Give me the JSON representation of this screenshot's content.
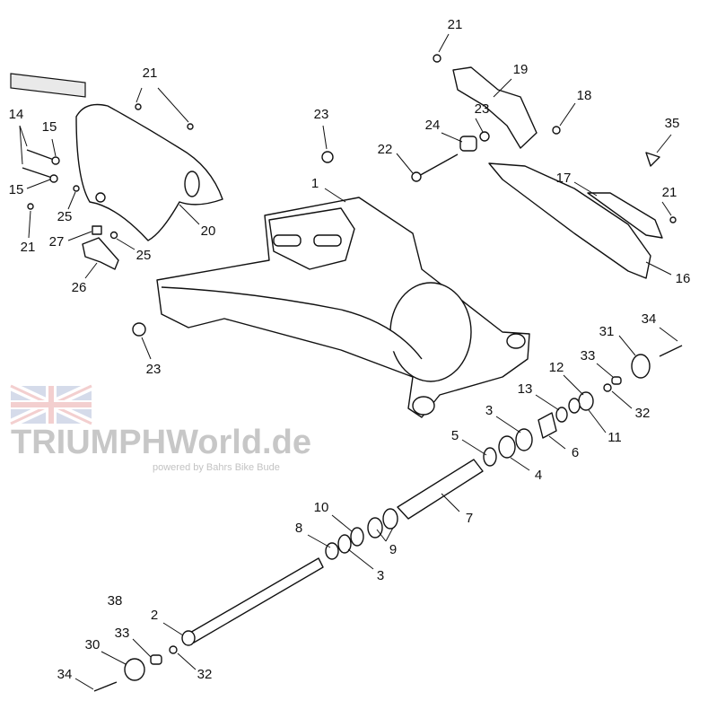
{
  "title": "Swingarm exploded parts diagram",
  "labels": {
    "l21a": "21",
    "l21b": "21",
    "l19": "19",
    "l18": "18",
    "l23a": "23",
    "l23b": "23",
    "l24": "24",
    "l14": "14",
    "l15a": "15",
    "l35": "35",
    "l22": "22",
    "l1": "1",
    "l17": "17",
    "l15b": "15",
    "l21c": "21",
    "l25a": "25",
    "l21d": "21",
    "l27": "27",
    "l20": "20",
    "l25b": "25",
    "l26": "26",
    "l16": "16",
    "l34a": "34",
    "l31": "31",
    "l23c": "23",
    "l33a": "33",
    "l12": "12",
    "l13": "13",
    "l32a": "32",
    "l3a": "3",
    "l11": "11",
    "l6": "6",
    "l5": "5",
    "l4": "4",
    "l7": "7",
    "l10": "10",
    "l8": "8",
    "l9": "9",
    "l3b": "3",
    "l38": "38",
    "l2": "2",
    "l33b": "33",
    "l30": "30",
    "l32b": "32",
    "l34b": "34"
  },
  "watermark": {
    "brand": "TRIUMPHWorld.de",
    "tagline": "powered by Bahrs Bike Bude"
  }
}
